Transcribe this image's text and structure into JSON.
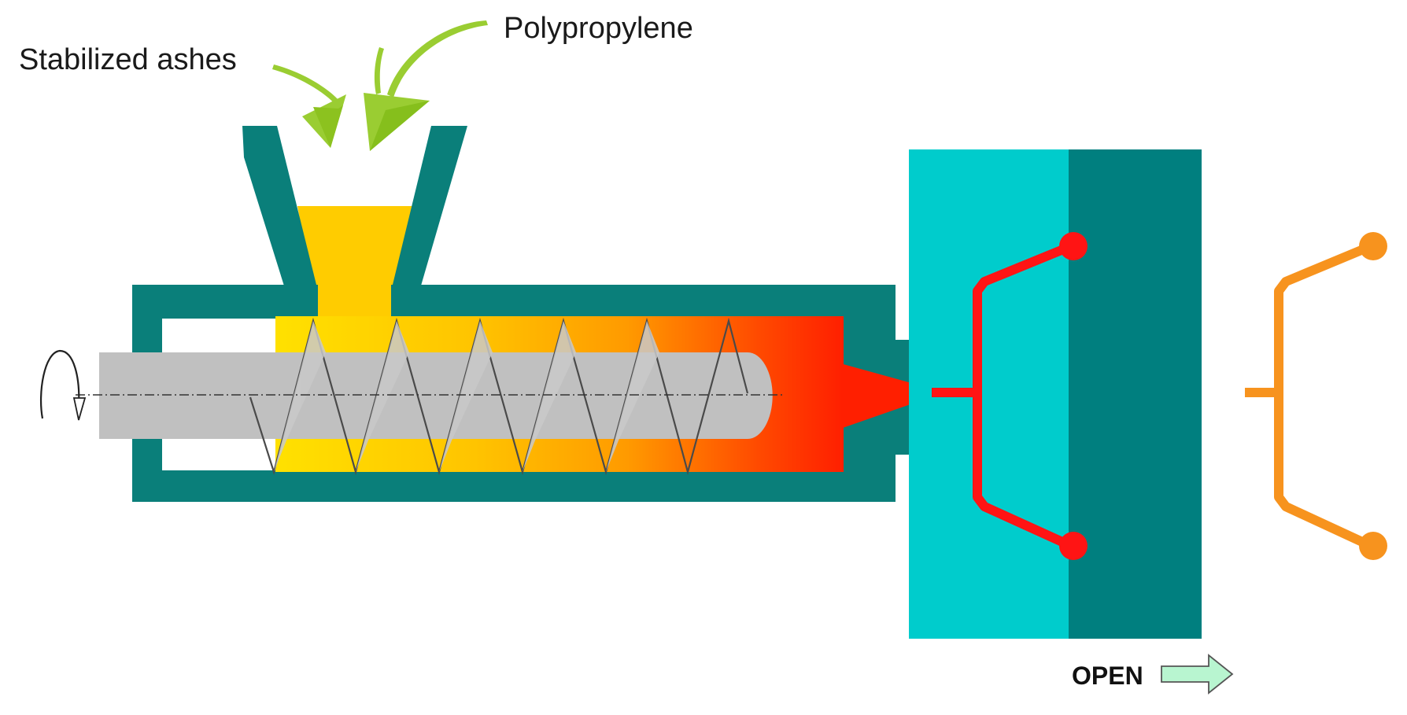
{
  "labels": {
    "input_1": "Stabilized ashes",
    "input_2": "Polypropylene",
    "action": "OPEN"
  },
  "colors": {
    "barrel": "#0a7f7a",
    "mold_light": "#00cccc",
    "mold_dark": "#007f7f",
    "granules": "#ffcc00",
    "melt_hot": "#ff1f00",
    "screw": "#c0c0c0",
    "part_in_mold": "#ff1414",
    "ejected_part": "#f7931e",
    "feed_arrows": "#9acd32",
    "open_arrow": "#b8f5d0"
  },
  "icons": [
    "rotation-arrow-icon",
    "feed-arrow-icon",
    "open-arrow-icon"
  ]
}
